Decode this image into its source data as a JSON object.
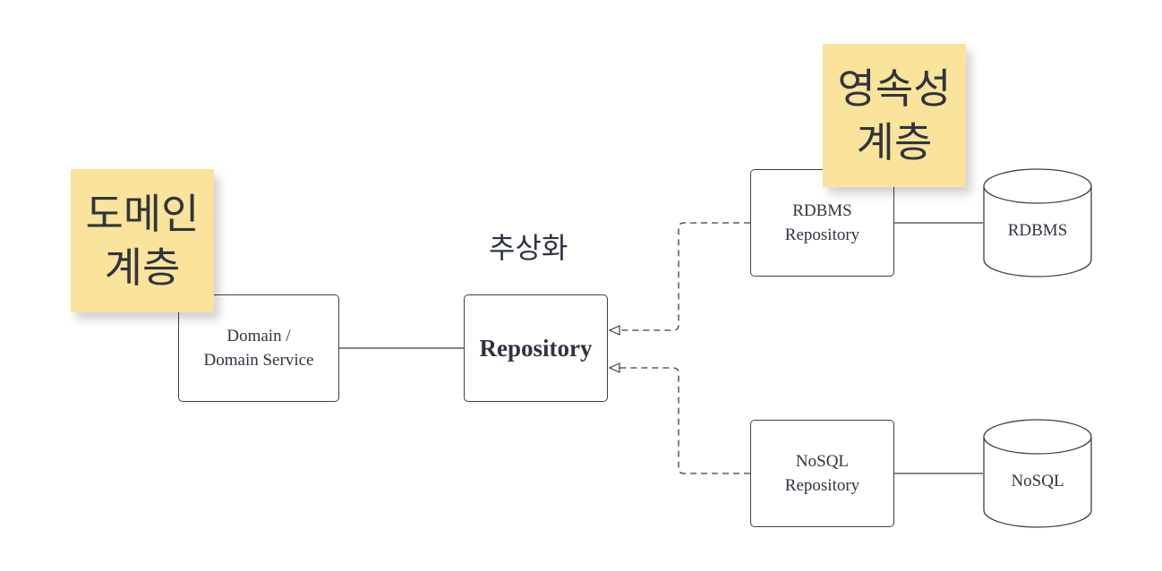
{
  "nodes": {
    "domain": {
      "label": "Domain /\nDomain Service"
    },
    "repository": {
      "label": "Repository"
    },
    "rdbms_repository": {
      "label": "RDBMS\nRepository"
    },
    "nosql_repository": {
      "label": "NoSQL\nRepository"
    },
    "rdbms_db": {
      "label": "RDBMS"
    },
    "nosql_db": {
      "label": "NoSQL"
    }
  },
  "notes": {
    "domain_layer": "도메인\n계층",
    "persistence_layer": "영속성\n계층"
  },
  "abstraction_label": "추상화",
  "colors": {
    "sticky": "#fae39a",
    "stroke": "#3a3f4a",
    "text": "#2f3440"
  }
}
